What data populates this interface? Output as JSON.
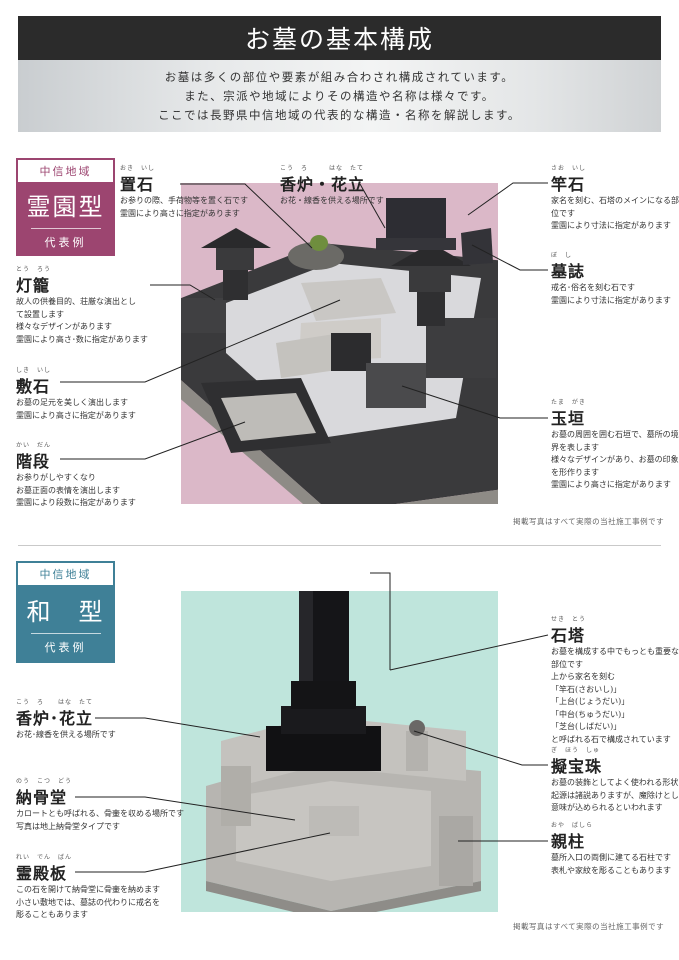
{
  "page_title": "お墓の基本構成",
  "intro": [
    "お墓は多くの部位や要素が組み合わされ構成されています。",
    "また、宗派や地域によりその構造や名称は様々です。",
    "ここでは長野県中信地域の代表的な構造・名称を解説します。"
  ],
  "section1": {
    "region": "中信地域",
    "type": "霊園型",
    "rep": "代表例",
    "photo_note": "掲載写真はすべて実際の当社施工事例です",
    "labels": {
      "okiishi": {
        "ruby": "おき　いし",
        "name": "置石",
        "desc": [
          "お参りの際、手荷物等を置く石です",
          "霊園により高さに指定があります"
        ]
      },
      "kouro": {
        "ruby": "こう　ろ　　　はな　たて",
        "name": "香炉・花立",
        "desc": [
          "お花・線香を供える場所です"
        ]
      },
      "saoishi": {
        "ruby": "さお　いし",
        "name": "竿石",
        "desc": [
          "家名を刻む、石塔のメインになる部",
          "位です",
          "霊園により寸法に指定があります"
        ]
      },
      "boshi": {
        "ruby": "ぼ　し",
        "name": "墓誌",
        "desc": [
          "戒名･俗名を刻む石です",
          "霊園により寸法に指定があります"
        ]
      },
      "tourou": {
        "ruby": "とう　ろう",
        "name": "灯籠",
        "desc": [
          "故人の供養目的、荘厳な演出とし",
          "て設置します",
          "様々なデザインがあります",
          "霊園により高さ･数に指定があります"
        ]
      },
      "shikiishi": {
        "ruby": "しき　いし",
        "name": "敷石",
        "desc": [
          "お墓の足元を美しく演出します",
          "霊園により高さに指定があります"
        ]
      },
      "tamagaki": {
        "ruby": "たま　がき",
        "name": "玉垣",
        "desc": [
          "お墓の周囲を囲む石垣で、墓所の境",
          "界を表します",
          "様々なデザインがあり、お墓の印象",
          "を形作ります",
          "霊園により高さに指定があります"
        ]
      },
      "kaidan": {
        "ruby": "かい　だん",
        "name": "階段",
        "desc": [
          "お参りがしやすくなり",
          "お墓正面の表情を演出します",
          "霊園により段数に指定があります"
        ]
      }
    }
  },
  "section2": {
    "region": "中信地域",
    "type": "和　型",
    "rep": "代表例",
    "photo_note": "掲載写真はすべて実際の当社施工事例です",
    "labels": {
      "sekitou": {
        "ruby": "せき　とう",
        "name": "石塔",
        "desc": [
          "お墓を構成する中でもっとも重要な",
          "部位です",
          "上から家名を刻む",
          "「竿石(さおいし)」",
          "「上台(じょうだい)」",
          "「中台(ちゅうだい)」",
          "「芝台(しばだい)」",
          "と呼ばれる石で構成されています"
        ]
      },
      "kouro": {
        "ruby": "こう　ろ　　はな　たて",
        "name": "香炉･花立",
        "desc": [
          "お花･線香を供える場所です"
        ]
      },
      "gihoushu": {
        "ruby": "ぎ　ほう　しゅ",
        "name": "擬宝珠",
        "desc": [
          "お墓の装飾としてよく使われる形状",
          "起源は諸説ありますが、魔除けとしての",
          "意味が込められるといわれます"
        ]
      },
      "noukotsudou": {
        "ruby": "のう　こつ　どう",
        "name": "納骨堂",
        "desc": [
          "カロートとも呼ばれる、骨壷を収める場所です",
          "写真は地上納骨堂タイプです"
        ]
      },
      "oyabashira": {
        "ruby": "おや　ばしら",
        "name": "親柱",
        "desc": [
          "墓所入口の両側に建てる石柱です",
          "表札や家紋を彫ることもあります"
        ]
      },
      "reidenban": {
        "ruby": "れい　でん　ばん",
        "name": "霊殿板",
        "desc": [
          "この石を開けて納骨堂に骨壷を納めます",
          "小さい敷地では、墓誌の代わりに戒名を",
          "彫ることもあります"
        ]
      }
    }
  },
  "colors": {
    "title_bar": "#2b2b2b",
    "reien_accent": "#9c4570",
    "wa_accent": "#3f8097",
    "pink_panel": "#dbb8c8",
    "mint_panel": "#bfe5dc"
  }
}
